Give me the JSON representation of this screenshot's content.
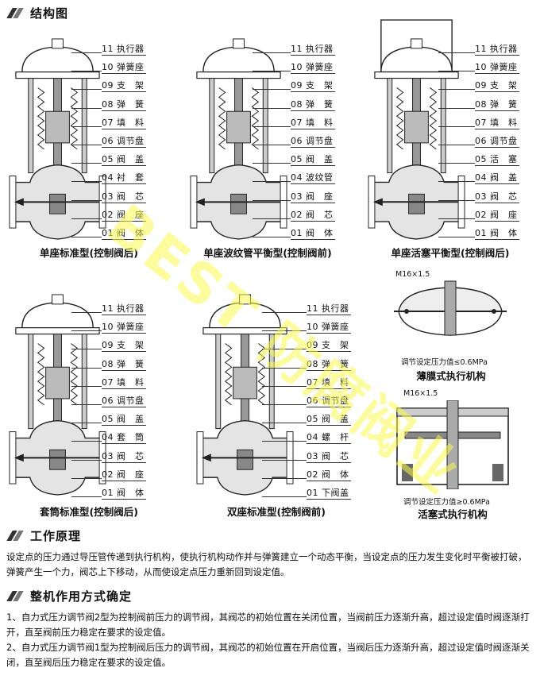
{
  "sections": {
    "structure": "结构图",
    "principle": "工作原理",
    "mode": "整机作用方式确定"
  },
  "figures": [
    {
      "caption": "单座标准型(控制阀后)",
      "labels": [
        "11 执行器",
        "10 弹簧座",
        "09 支　架",
        "08 弹　簧",
        "07 填　料",
        "06 调节盘",
        "05 阀　盖",
        "04 衬　套",
        "03 阀　芯",
        "02 阀　座",
        "01 阀　体"
      ]
    },
    {
      "caption": "单座波纹管平衡型(控制阀前)",
      "labels": [
        "11 执行器",
        "10 弹簧座",
        "09 支　架",
        "08 弹　簧",
        "07 填　料",
        "06 调节盘",
        "05 阀　盖",
        "04 波纹管",
        "03 阀　座",
        "02 阀　芯",
        "01 阀　体"
      ]
    },
    {
      "caption": "单座活塞平衡型(控制阀后)",
      "labels": [
        "11 执行器",
        "10 弹簧座",
        "09 支　架",
        "08 弹　簧",
        "07 填　料",
        "06 调节盘",
        "05 活　塞",
        "04 阀　盖",
        "03 阀　芯",
        "02 阀　座",
        "01 阀　体"
      ]
    },
    {
      "caption": "套筒标准型(控制阀后)",
      "labels": [
        "11 执行器",
        "10 弹簧座",
        "09 支　架",
        "08 弹　簧",
        "07 填　料",
        "06 调节盘",
        "05 阀　盖",
        "04 套　筒",
        "03 阀　芯",
        "02 阀　座",
        "01 阀　体"
      ]
    },
    {
      "caption": "双座标准型(控制阀前)",
      "labels": [
        "11 执行器",
        "10 弹簧座",
        "09 支　架",
        "08 弹　簧",
        "07 填　料",
        "06 调节盘",
        "05 阀　盖",
        "04 螺　杆",
        "03 阀　芯",
        "02 阀　体",
        "01 下阀盖"
      ]
    }
  ],
  "actuators": [
    {
      "thread": "M16×1.5",
      "note": "调节设定压力值≤0.6MPa",
      "title": "薄膜式执行机构"
    },
    {
      "thread": "M16×1.5",
      "note": "调节设定压力值≥0.6MPa",
      "title": "活塞式执行机构"
    }
  ],
  "principle_text": "设定点的压力通过导压管传递到执行机构，使执行机构动作并与弹簧建立一个动态平衡，当设定点的压力发生变化时平衡被打破，弹簧产生一个力，阀芯上下移动，从而使设定点压力重新回到设定值。",
  "mode_items": [
    "1、自力式压力调节阀2型为控制阀前压力的调节阀，其阀芯的初始位置在关闭位置，当阀前压力逐渐升高，超过设定值时阀逐渐打开，直至阀前压力稳定在要求的设定值。",
    "2、自力式压力调节阀1型为控制阀后压力的调节阀，其阀芯的初始位置在开启位置，当阀后压力逐渐升高，超过设定值时阀逐渐关闭，直至阀后压力稳定在要求的设定值。"
  ],
  "watermark": "BEST 防腐阀业"
}
